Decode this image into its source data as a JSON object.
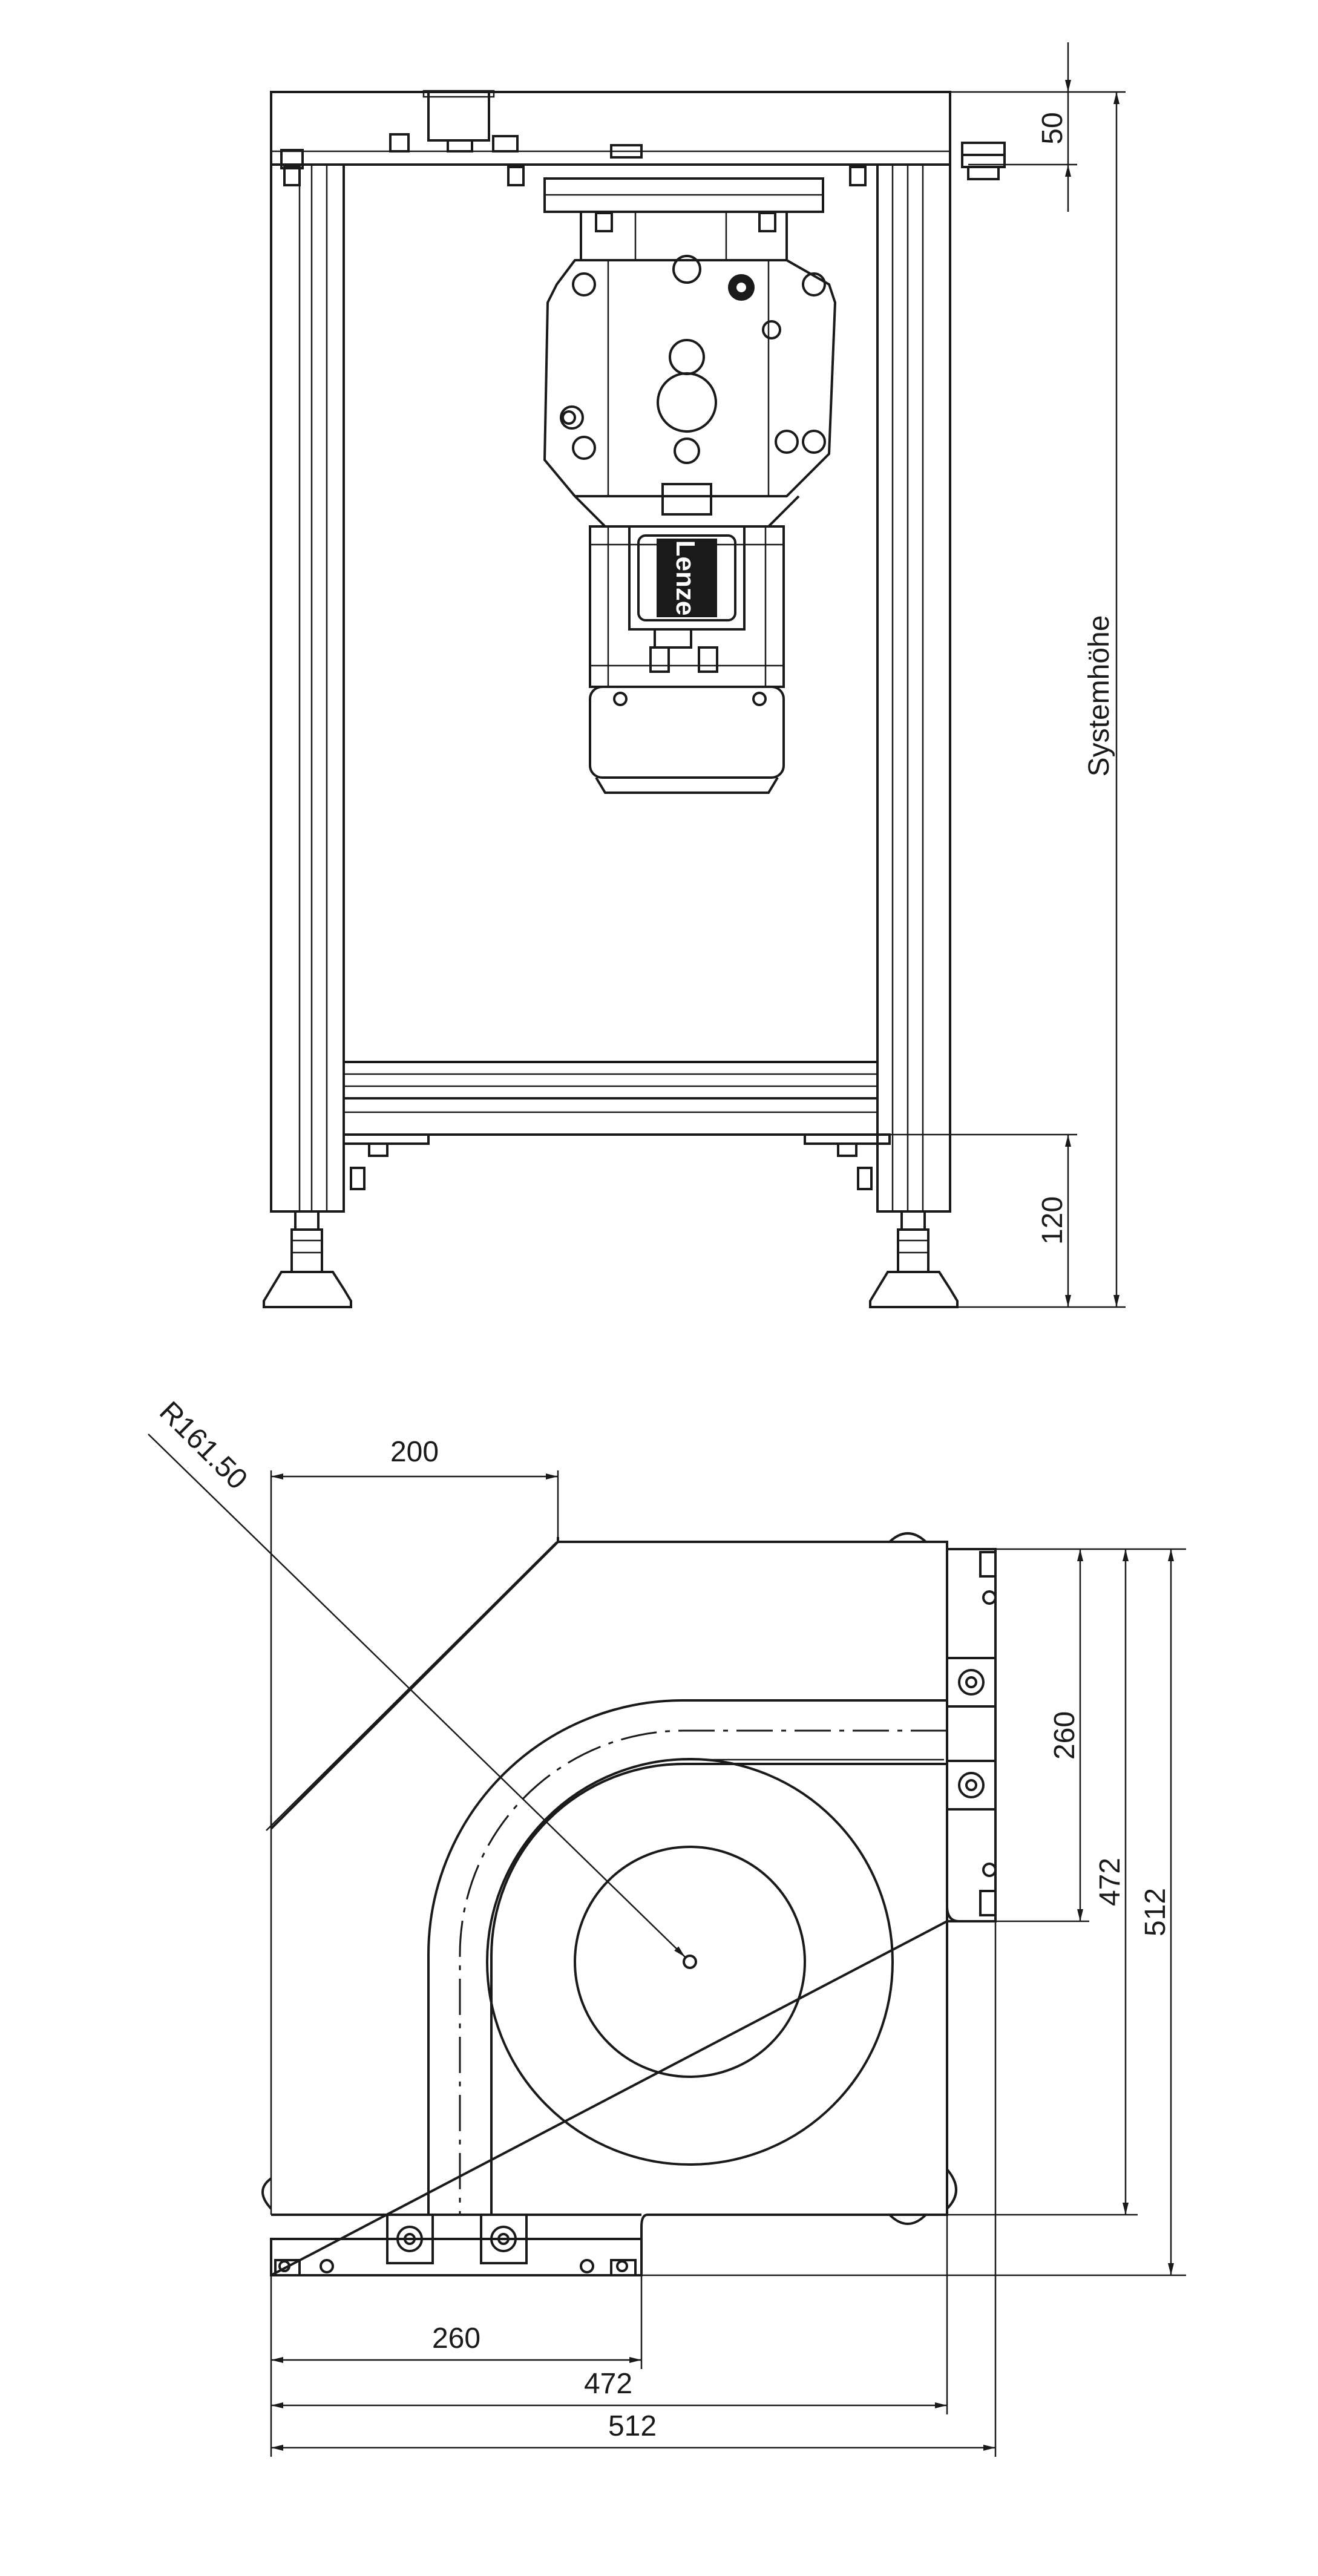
{
  "front_view": {
    "dimensions": {
      "top_plate": "50",
      "bottom_clearance": "120",
      "system_height": "Systemhöhe"
    },
    "motor_brand": "Lenze"
  },
  "top_view": {
    "dimensions": {
      "radius": "R161.50",
      "corner_width": "200",
      "right_260": "260",
      "right_472": "472",
      "right_512": "512",
      "bottom_260": "260",
      "bottom_472": "472",
      "bottom_512": "512"
    }
  }
}
